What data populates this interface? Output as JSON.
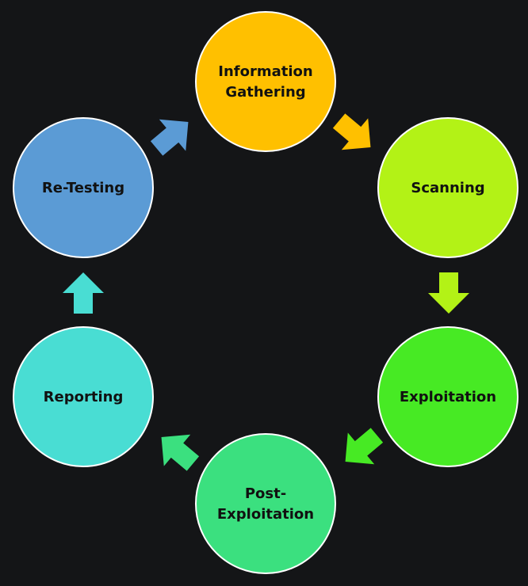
{
  "diagram": {
    "type": "cycle",
    "background": "#141517",
    "stages": [
      {
        "id": "information-gathering",
        "lines": [
          "Information",
          "Gathering"
        ],
        "color": "#FFC000"
      },
      {
        "id": "scanning",
        "lines": [
          "Scanning"
        ],
        "color": "#B3F216"
      },
      {
        "id": "exploitation",
        "lines": [
          "Exploitation"
        ],
        "color": "#47EA24"
      },
      {
        "id": "post-exploitation",
        "lines": [
          "Post-",
          "Exploitation"
        ],
        "color": "#3BE07F"
      },
      {
        "id": "reporting",
        "lines": [
          "Reporting"
        ],
        "color": "#49DDD3"
      },
      {
        "id": "re-testing",
        "lines": [
          "Re-Testing"
        ],
        "color": "#5B9BD5"
      }
    ],
    "arrows": [
      {
        "from": "information-gathering",
        "to": "scanning",
        "direction": "down-right",
        "color": "#FFC000"
      },
      {
        "from": "scanning",
        "to": "exploitation",
        "direction": "down",
        "color": "#B3F216"
      },
      {
        "from": "exploitation",
        "to": "post-exploitation",
        "direction": "down-left",
        "color": "#47EA24"
      },
      {
        "from": "post-exploitation",
        "to": "reporting",
        "direction": "up-left",
        "color": "#3BE07F"
      },
      {
        "from": "reporting",
        "to": "re-testing",
        "direction": "up",
        "color": "#49DDD3"
      },
      {
        "from": "re-testing",
        "to": "information-gathering",
        "direction": "up-right",
        "color": "#5B9BD5"
      }
    ],
    "circle_border_color": "#FFFFFF"
  }
}
